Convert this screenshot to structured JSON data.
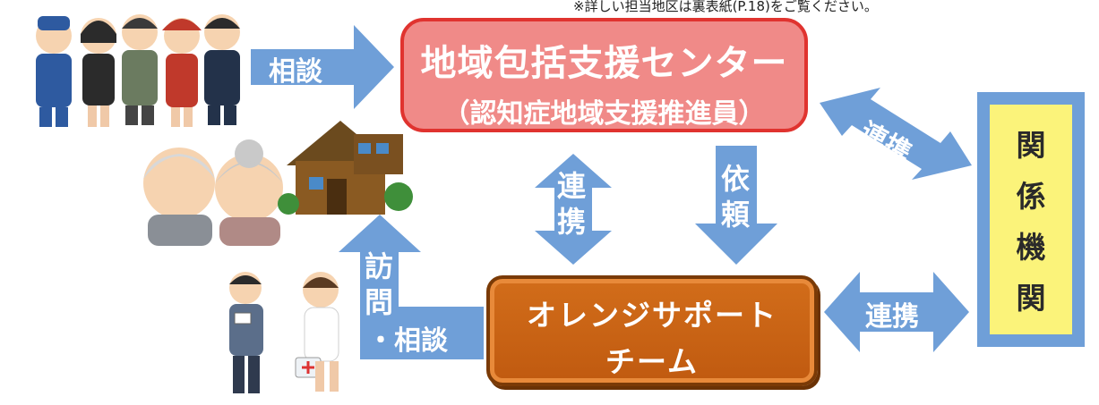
{
  "note": "※詳しい担当地区は裏表紙(P.18)をご覧ください。",
  "center_box": {
    "line1": "地域包括支援センター",
    "line2": "（認知症地域支援推進員）"
  },
  "osg_box": {
    "line1": "オレンジサポート",
    "line2": "チーム"
  },
  "kankei": [
    "関",
    "係",
    "機",
    "関"
  ],
  "arrows": {
    "soudan": "相談",
    "renkei_v": [
      "連",
      "携"
    ],
    "irai": [
      "依",
      "頼"
    ],
    "homon": [
      "訪",
      "問"
    ],
    "homon_soudan": "・相談",
    "renkei_diag": "連携",
    "renkei_h": "連携"
  },
  "colors": {
    "arrow": "#6f9fd8",
    "center": "#f08a88",
    "osg": "#c86414",
    "kankei_fill": "#fbf37a"
  }
}
